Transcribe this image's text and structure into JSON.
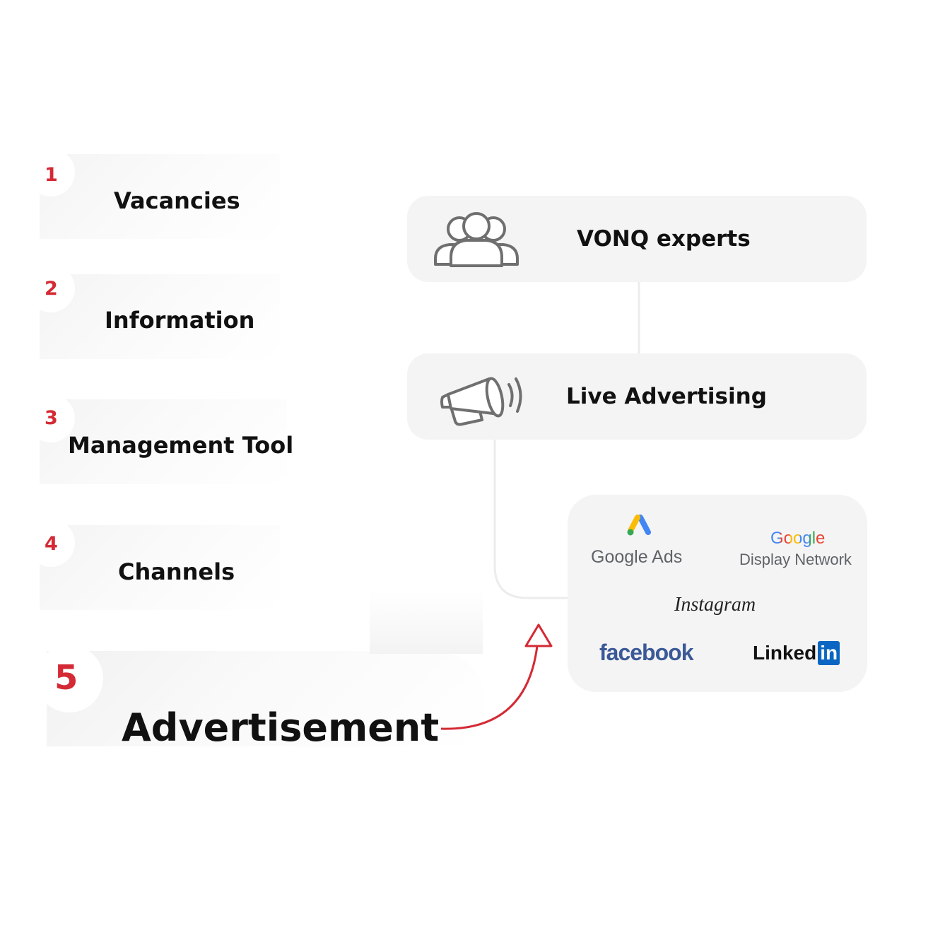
{
  "steps": [
    {
      "number": "1",
      "label": "Vacancies"
    },
    {
      "number": "2",
      "label": "Information"
    },
    {
      "number": "3",
      "label": "Management Tool"
    },
    {
      "number": "4",
      "label": "Channels"
    },
    {
      "number": "5",
      "label": "Advertisement"
    }
  ],
  "boxes": {
    "experts": {
      "title": "VONQ experts",
      "icon": "people-group-icon"
    },
    "live": {
      "title": "Live Advertising",
      "icon": "megaphone-icon"
    }
  },
  "channels": {
    "google_ads": {
      "name": "Google Ads",
      "icon": "google-ads-icon"
    },
    "google_display": {
      "brand": "Google",
      "name": "Display Network"
    },
    "instagram": {
      "name": "Instagram"
    },
    "facebook": {
      "name": "facebook"
    },
    "linkedin": {
      "name": "Linked",
      "badge": "in"
    }
  },
  "colors": {
    "accent": "#d42a35",
    "box_bg": "#f4f4f4",
    "icon_gray": "#6f6f6f",
    "facebook_blue": "#3b5998",
    "linkedin_blue": "#0a66c2",
    "google_blue": "#4285f4",
    "google_red": "#ea4335",
    "google_yellow": "#fbbc05",
    "google_green": "#34a853"
  }
}
